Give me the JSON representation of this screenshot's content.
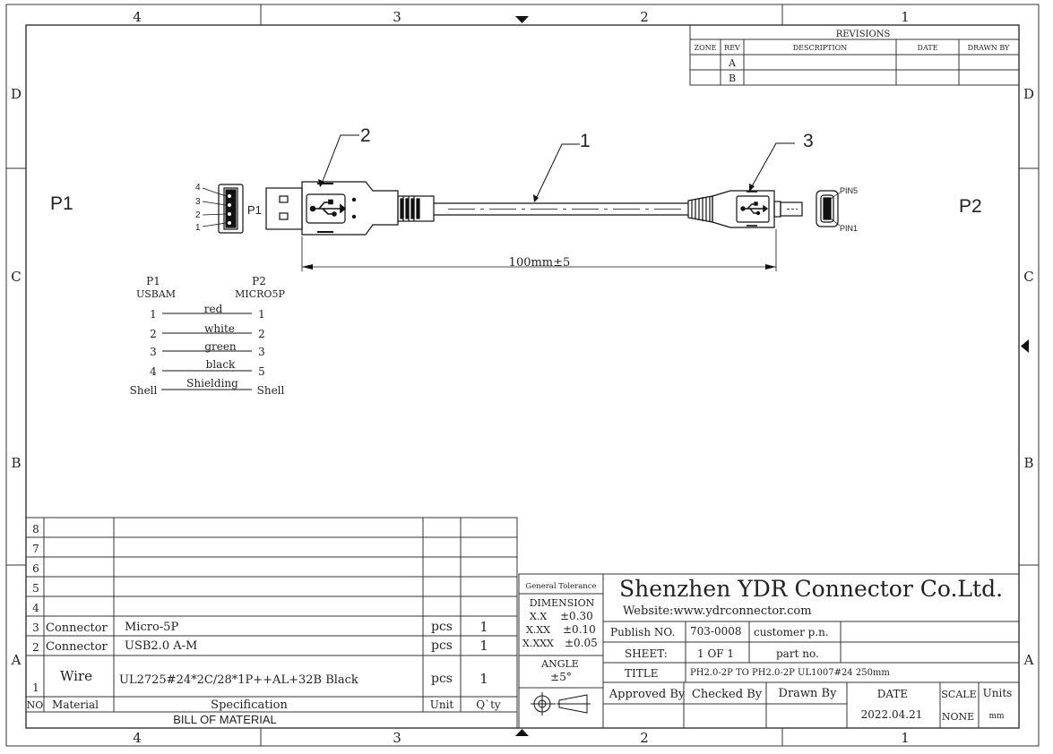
{
  "border": {
    "top_cols": [
      "4",
      "3",
      "2",
      "1"
    ],
    "bottom_cols": [
      "4",
      "3",
      "2",
      "1"
    ],
    "left_rows": [
      "D",
      "C",
      "B",
      "A"
    ],
    "right_rows": [
      "D",
      "C",
      "B",
      "A"
    ]
  },
  "revisions": {
    "title": "REVISIONS",
    "headers": {
      "zone": "ZONE",
      "rev": "REV",
      "description": "DESCRIPTION",
      "date": "DATE",
      "drawn_by": "DRAWN BY"
    },
    "rows": [
      {
        "rev": "A"
      },
      {
        "rev": "B"
      }
    ]
  },
  "drawing": {
    "p1_label": "P1",
    "p2_label": "P2",
    "connector_p1_tag": "P1",
    "pin_numbers": [
      "4",
      "3",
      "2",
      "1"
    ],
    "callouts": [
      "1",
      "2",
      "3"
    ],
    "pin5_label": "PIN5",
    "pin1_label": "PIN1",
    "dimension": "100mm±5"
  },
  "wiring": {
    "p1_header": "P1",
    "p1_type": "USBAM",
    "p2_header": "P2",
    "p2_type": "MICRO5P",
    "rows": [
      {
        "left": "1",
        "color": "red",
        "right": "1"
      },
      {
        "left": "2",
        "color": "white",
        "right": "2"
      },
      {
        "left": "3",
        "color": "green",
        "right": "3"
      },
      {
        "left": "4",
        "color": "black",
        "right": "5"
      },
      {
        "left": "Shell",
        "color": "Shielding",
        "right": "Shell"
      }
    ]
  },
  "bom": {
    "empty_rows": [
      "8",
      "7",
      "6",
      "5",
      "4"
    ],
    "rows": [
      {
        "no": "3",
        "material": "Connector",
        "spec": "Micro-5P",
        "unit": "pcs",
        "qty": "1"
      },
      {
        "no": "2",
        "material": "Connector",
        "spec": "USB2.0 A-M",
        "unit": "pcs",
        "qty": "1"
      },
      {
        "no": "1",
        "material": "Wire",
        "spec": "UL2725#24*2C/28*1P++AL+32B  Black",
        "unit": "pcs",
        "qty": "1"
      }
    ],
    "headers": {
      "no": "NO",
      "material": "Material",
      "spec": "Specification",
      "unit": "Unit",
      "qty": "Q`ty"
    },
    "caption": "BILL OF MATERIAL"
  },
  "tolerance": {
    "title": "General Tolerance",
    "dimension_label": "DIMENSION",
    "lines": [
      {
        "format": "X.X",
        "value": "±0.30"
      },
      {
        "format": "X.XX",
        "value": "±0.10"
      },
      {
        "format": "X.XXX",
        "value": "±0.05"
      }
    ],
    "angle_label": "ANGLE",
    "angle_value": "±5°"
  },
  "titleblock": {
    "company": "Shenzhen YDR Connector Co.Ltd.",
    "website": "Website:www.ydrconnector.com",
    "publish_label": "Publish NO.",
    "publish_value": "703-0008",
    "customer_pn_label": "customer  p.n.",
    "sheet_label": "SHEET:",
    "sheet_value": "1 OF 1",
    "part_no_label": "part no.",
    "title_label": "TITLE",
    "title_value": "PH2.0-2P TO PH2.0-2P UL1007#24 250mm",
    "approved_by": "Approved By",
    "checked_by": "Checked By",
    "drawn_by": "Drawn By",
    "date_label": "DATE",
    "date_value": "2022.04.21",
    "scale_label": "SCALE",
    "scale_value": "NONE",
    "units_label": "Units",
    "units_value": "mm"
  }
}
